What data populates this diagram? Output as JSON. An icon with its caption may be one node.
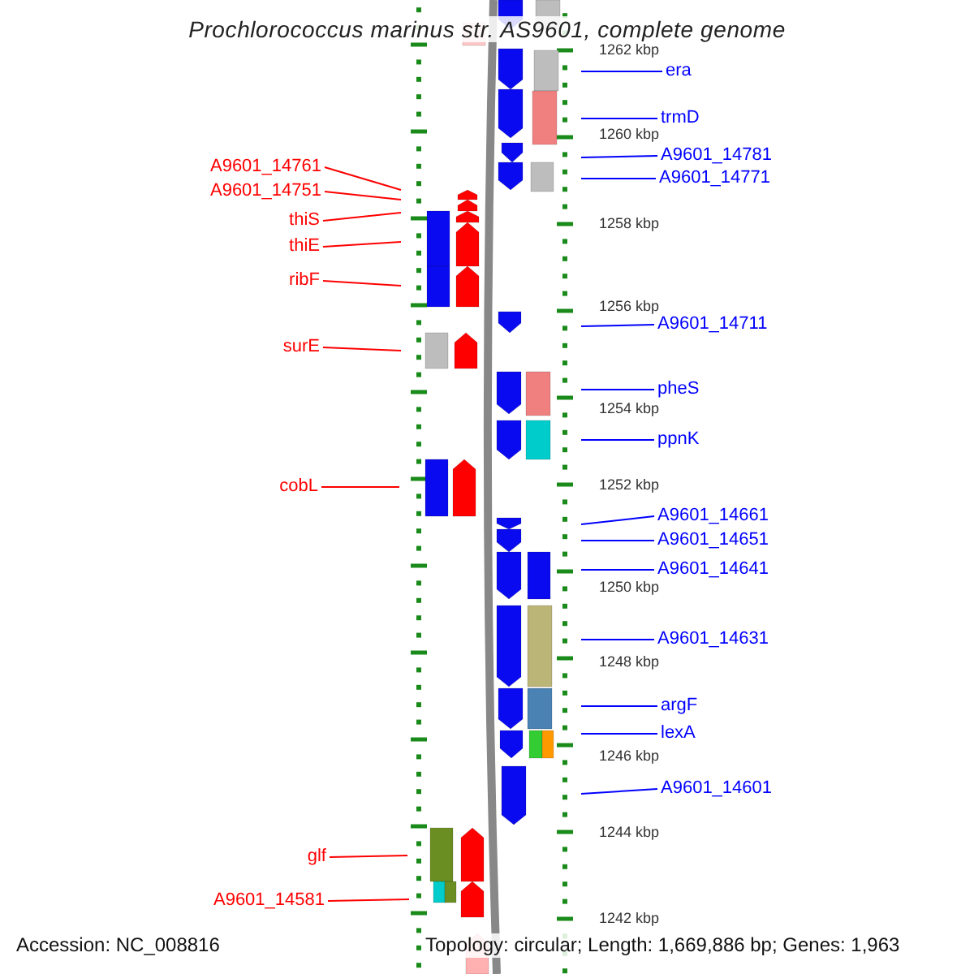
{
  "diagram": {
    "title": "Prochlorococcus marinus str. AS9601, complete genome",
    "nodes": [
      {
        "text": [
          "A9601_14761"
        ]
      },
      {
        "text": [
          "A9601_14751"
        ]
      },
      {
        "text": [
          "thiS"
        ]
      },
      {
        "text": [
          "thiE"
        ]
      },
      {
        "text": [
          "ribF"
        ]
      },
      {
        "text": [
          "surE"
        ]
      },
      {
        "text": [
          "cobL"
        ]
      },
      {
        "text": [
          "glf"
        ]
      },
      {
        "text": [
          "A9601_14581"
        ]
      },
      {
        "text": [
          "era"
        ]
      },
      {
        "text": [
          "trmD"
        ]
      },
      {
        "text": [
          "A9601_14781"
        ]
      },
      {
        "text": [
          "A9601_14771"
        ]
      },
      {
        "text": [
          "A9601_14711"
        ]
      },
      {
        "text": [
          "pheS"
        ]
      },
      {
        "text": [
          "ppnK"
        ]
      },
      {
        "text": [
          "A9601_14661"
        ]
      },
      {
        "text": [
          "A9601_14651"
        ]
      },
      {
        "text": [
          "A9601_14641"
        ]
      },
      {
        "text": [
          "A9601_14631"
        ]
      },
      {
        "text": [
          "argF"
        ]
      },
      {
        "text": [
          "lexA"
        ]
      },
      {
        "text": [
          "A9601_14601"
        ]
      }
    ],
    "edges": [
      {
        "from": 0,
        "to": null,
        "arrow": "none",
        "color": "#ff0000"
      },
      {
        "from": 1,
        "to": null,
        "arrow": "none",
        "color": "#ff0000"
      },
      {
        "from": 2,
        "to": null,
        "arrow": "none",
        "color": "#ff0000"
      },
      {
        "from": 3,
        "to": null,
        "arrow": "none",
        "color": "#ff0000"
      },
      {
        "from": 4,
        "to": null,
        "arrow": "none",
        "color": "#ff0000"
      },
      {
        "from": 5,
        "to": null,
        "arrow": "none",
        "color": "#ff0000"
      },
      {
        "from": 6,
        "to": null,
        "arrow": "none",
        "color": "#ff0000"
      },
      {
        "from": 7,
        "to": null,
        "arrow": "none",
        "color": "#ff0000"
      },
      {
        "from": 8,
        "to": null,
        "arrow": "none",
        "color": "#ff0000"
      },
      {
        "from": 9,
        "to": null,
        "arrow": "none"
      },
      {
        "from": 10,
        "to": null,
        "arrow": "none"
      },
      {
        "from": 11,
        "to": null,
        "arrow": "none"
      },
      {
        "from": 12,
        "to": null,
        "arrow": "none"
      },
      {
        "from": 13,
        "to": null,
        "arrow": "none"
      },
      {
        "from": 14,
        "to": null,
        "arrow": "none"
      },
      {
        "from": 15,
        "to": null,
        "arrow": "none"
      },
      {
        "from": 16,
        "to": null,
        "arrow": "none"
      },
      {
        "from": 17,
        "to": null,
        "arrow": "none"
      },
      {
        "from": 18,
        "to": null,
        "arrow": "none"
      },
      {
        "from": 19,
        "to": null,
        "arrow": "none"
      },
      {
        "from": 20,
        "to": null,
        "arrow": "none"
      },
      {
        "from": 21,
        "to": null,
        "arrow": "none"
      },
      {
        "from": 22,
        "to": null,
        "arrow": "none"
      }
    ],
    "labels": [
      "1262 kbp",
      "1260 kbp",
      "1258 kbp",
      "1256 kbp",
      "1254 kbp",
      "1252 kbp",
      "1250 kbp",
      "1248 kbp",
      "1246 kbp",
      "1244 kbp",
      "1242 kbp",
      "Accession: NC_008816",
      "Topology: circular; Length: 1,669,886 bp; Genes: 1,963"
    ]
  }
}
